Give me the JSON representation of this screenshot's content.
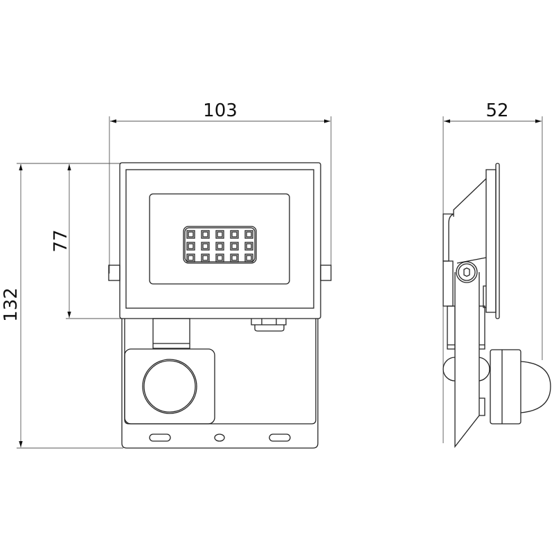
{
  "dimensions": {
    "front_width": "103",
    "side_depth": "52",
    "total_height": "132",
    "head_height": "77"
  },
  "led_grid": {
    "rows": 3,
    "cols": 5
  }
}
